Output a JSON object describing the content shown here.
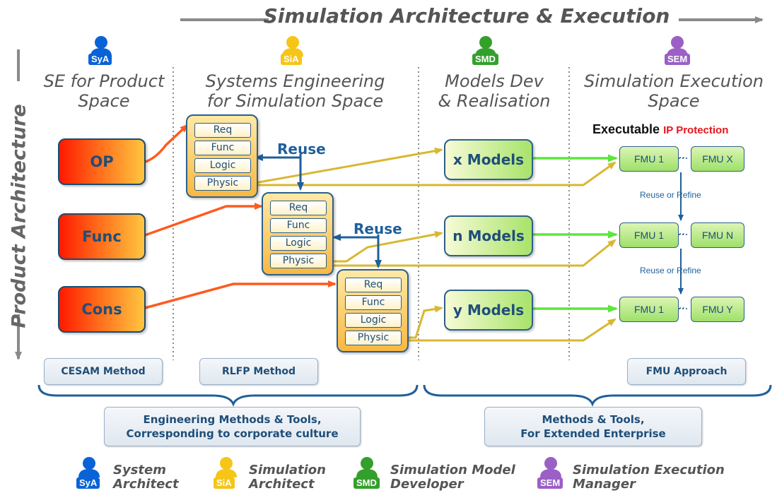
{
  "title": "Simulation Architecture & Execution",
  "side_label": "Product  Architecture",
  "colors": {
    "syA": "#0a63d6",
    "siA": "#f5c518",
    "smd": "#33a02c",
    "sem": "#9b5fc6",
    "dark_blue": "#1f4e79",
    "arrow_orange": "#ff5a1f",
    "arrow_yellow": "#d9b732",
    "arrow_green": "#5ee63a",
    "arrow_blue": "#1f5f9a",
    "ip_red": "#e8141b"
  },
  "roles": [
    {
      "badge": "SyA",
      "col_line1": "SE for Product",
      "col_line2": "Space",
      "legend_line1": "System",
      "legend_line2": "Architect"
    },
    {
      "badge": "SiA",
      "col_line1": "Systems Engineering",
      "col_line2": "for Simulation Space",
      "legend_line1": "Simulation",
      "legend_line2": "Architect"
    },
    {
      "badge": "SMD",
      "col_line1": "Models Dev",
      "col_line2": "& Realisation",
      "legend_line1": "Simulation Model",
      "legend_line2": "Developer"
    },
    {
      "badge": "SEM",
      "col_line1": "Simulation Execution",
      "col_line2": "Space",
      "legend_line1": "Simulation Execution",
      "legend_line2": "Manager"
    }
  ],
  "product_boxes": [
    "OP",
    "Func",
    "Cons"
  ],
  "layers": [
    "Req",
    "Func",
    "Logic",
    "Physic"
  ],
  "reuse_label": "Reuse",
  "models": [
    "x Models",
    "n Models",
    "y Models"
  ],
  "executable_label": "Executable",
  "ip_protection_label": "IP Protection",
  "fmu_rows": [
    {
      "first": "FMU 1",
      "last": "FMU X"
    },
    {
      "first": "FMU 1",
      "last": "FMU N"
    },
    {
      "first": "FMU 1",
      "last": "FMU Y"
    }
  ],
  "fmu_dots": "..",
  "reuse_refine_label": "Reuse or Refine",
  "methods": [
    "CESAM Method",
    "RLFP Method",
    "FMU Approach"
  ],
  "bottom_boxes": [
    {
      "line1": "Engineering Methods & Tools,",
      "line2": "Corresponding to corporate culture"
    },
    {
      "line1": "Methods & Tools,",
      "line2": "For Extended Enterprise"
    }
  ]
}
